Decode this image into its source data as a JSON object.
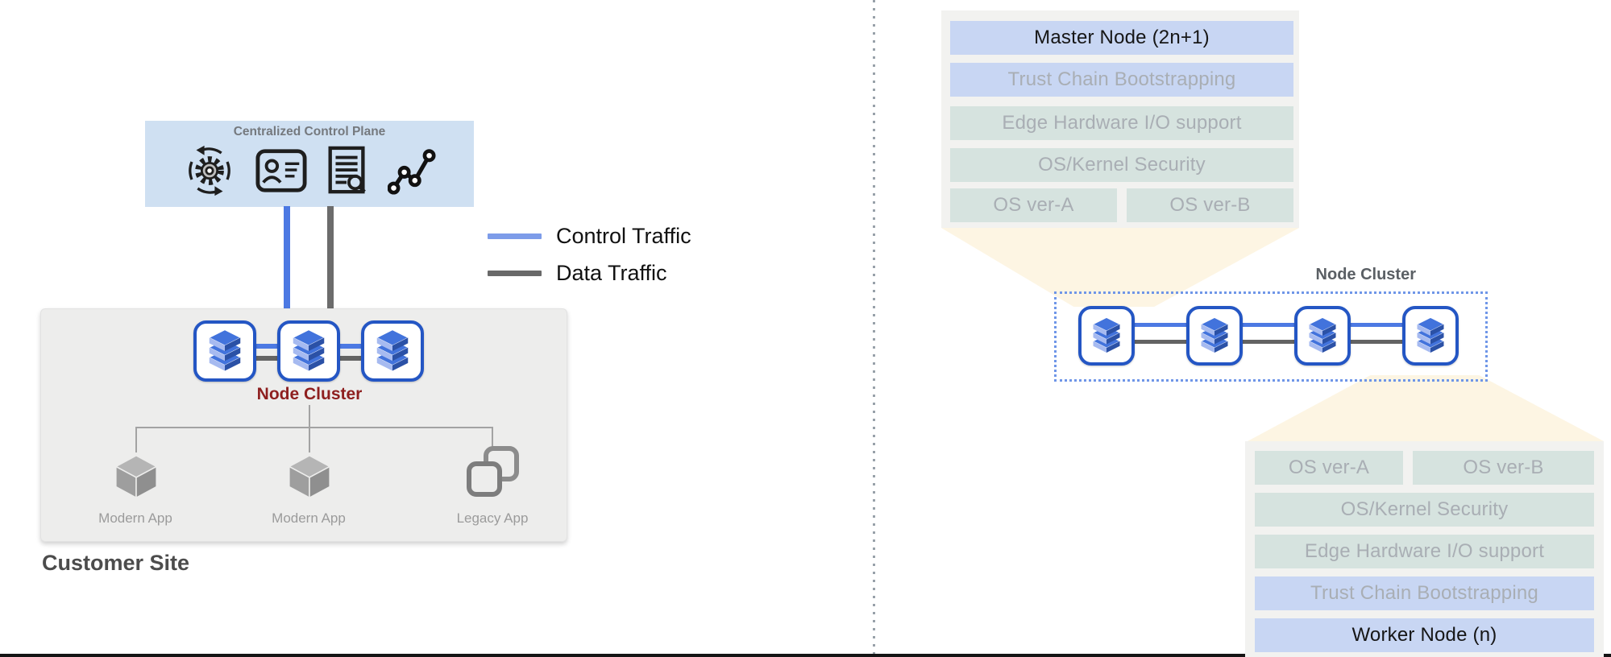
{
  "left": {
    "control_plane": {
      "title": "Centralized Control Plane",
      "icons": [
        "sync-gear-icon",
        "id-card-icon",
        "audit-document-icon",
        "analytics-graph-icon"
      ]
    },
    "legend": {
      "items": [
        {
          "label": "Control Traffic",
          "color": "#7d9ce9"
        },
        {
          "label": "Data Traffic",
          "color": "#696969"
        }
      ]
    },
    "traffic_lines": {
      "control_color": "#4c79e3",
      "data_color": "#6c6c6c"
    },
    "customer_site": {
      "title": "Customer Site",
      "node_cluster": {
        "label": "Node Cluster",
        "label_color": "#8e1f1f",
        "node_count": 3
      },
      "apps": [
        {
          "label": "Modern App",
          "icon": "cube-icon"
        },
        {
          "label": "Modern App",
          "icon": "cube-icon"
        },
        {
          "label": "Legacy App",
          "icon": "stacked-windows-icon"
        }
      ]
    }
  },
  "right": {
    "master_stack": {
      "rows": [
        {
          "label": "Master Node (2n+1)",
          "tone": "blue",
          "emphasis": "dark"
        },
        {
          "label": "Trust Chain Bootstrapping",
          "tone": "blue",
          "emphasis": "muted"
        },
        {
          "label": "Edge Hardware I/O support",
          "tone": "sage",
          "emphasis": "muted"
        },
        {
          "label": "OS/Kernel Security",
          "tone": "sage",
          "emphasis": "muted"
        },
        {
          "cells": [
            "OS ver-A",
            "OS ver-B"
          ],
          "tone": "sage",
          "emphasis": "muted"
        }
      ]
    },
    "node_cluster": {
      "label": "Node Cluster",
      "node_count": 4
    },
    "worker_stack": {
      "rows": [
        {
          "cells": [
            "OS ver-A",
            "OS ver-B"
          ],
          "tone": "sage",
          "emphasis": "muted"
        },
        {
          "label": "OS/Kernel Security",
          "tone": "sage",
          "emphasis": "muted"
        },
        {
          "label": "Edge Hardware I/O support",
          "tone": "sage",
          "emphasis": "muted"
        },
        {
          "label": "Trust Chain Bootstrapping",
          "tone": "blue",
          "emphasis": "muted"
        },
        {
          "label": "Worker Node (n)",
          "tone": "blue",
          "emphasis": "dark"
        }
      ]
    }
  },
  "colors": {
    "control_plane_bg": "#cfe0f2",
    "customer_site_bg": "#ededec",
    "stack_container_bg": "#f2f2f0",
    "stack_blue": "#c8d6f3",
    "stack_sage": "#d6e3df",
    "funnel": "#fdf5e3",
    "node_border_blue": "#2456c4",
    "node_cluster_label_maroon": "#8e1f1f"
  }
}
